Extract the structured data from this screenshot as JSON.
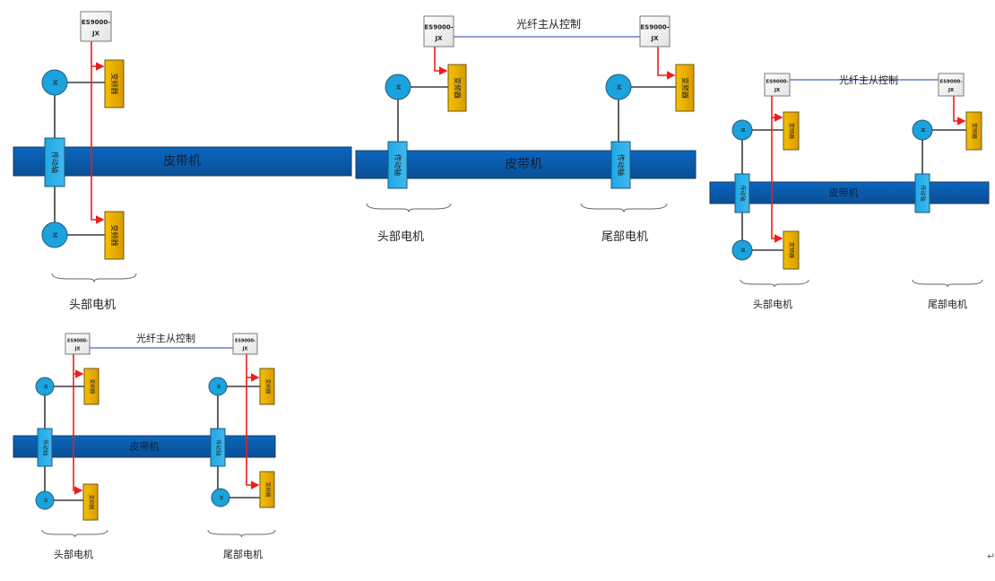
{
  "colors": {
    "belt": "#0a5aa8",
    "shaft": "#29aee6",
    "motor": "#1aa3dc",
    "vfd": "#f2b400",
    "control_signal": "#ee1c1c",
    "fiber_link": "#6a7fc8"
  },
  "labels": {
    "controller": [
      "ES9000-",
      "JX"
    ],
    "belt": "皮带机",
    "motor": "M",
    "shaft": "传动轴",
    "vfd": "变频器",
    "fiber": "光纤主从控制",
    "head_motor": "头部电机",
    "tail_motor": "尾部电机"
  },
  "diagrams": [
    {
      "id": "single-drive-head-dual-motor",
      "description": "one controller, two head motors"
    },
    {
      "id": "master-slave-head-tail",
      "description": "fiber master-slave, one head motor + one tail motor"
    },
    {
      "id": "master-slave-head-dual-tail-single",
      "description": "fiber master-slave, two head motors + one tail motor"
    },
    {
      "id": "master-slave-head-dual-tail-dual",
      "description": "fiber master-slave, two head motors + two tail motors"
    }
  ],
  "return_mark": "↵"
}
